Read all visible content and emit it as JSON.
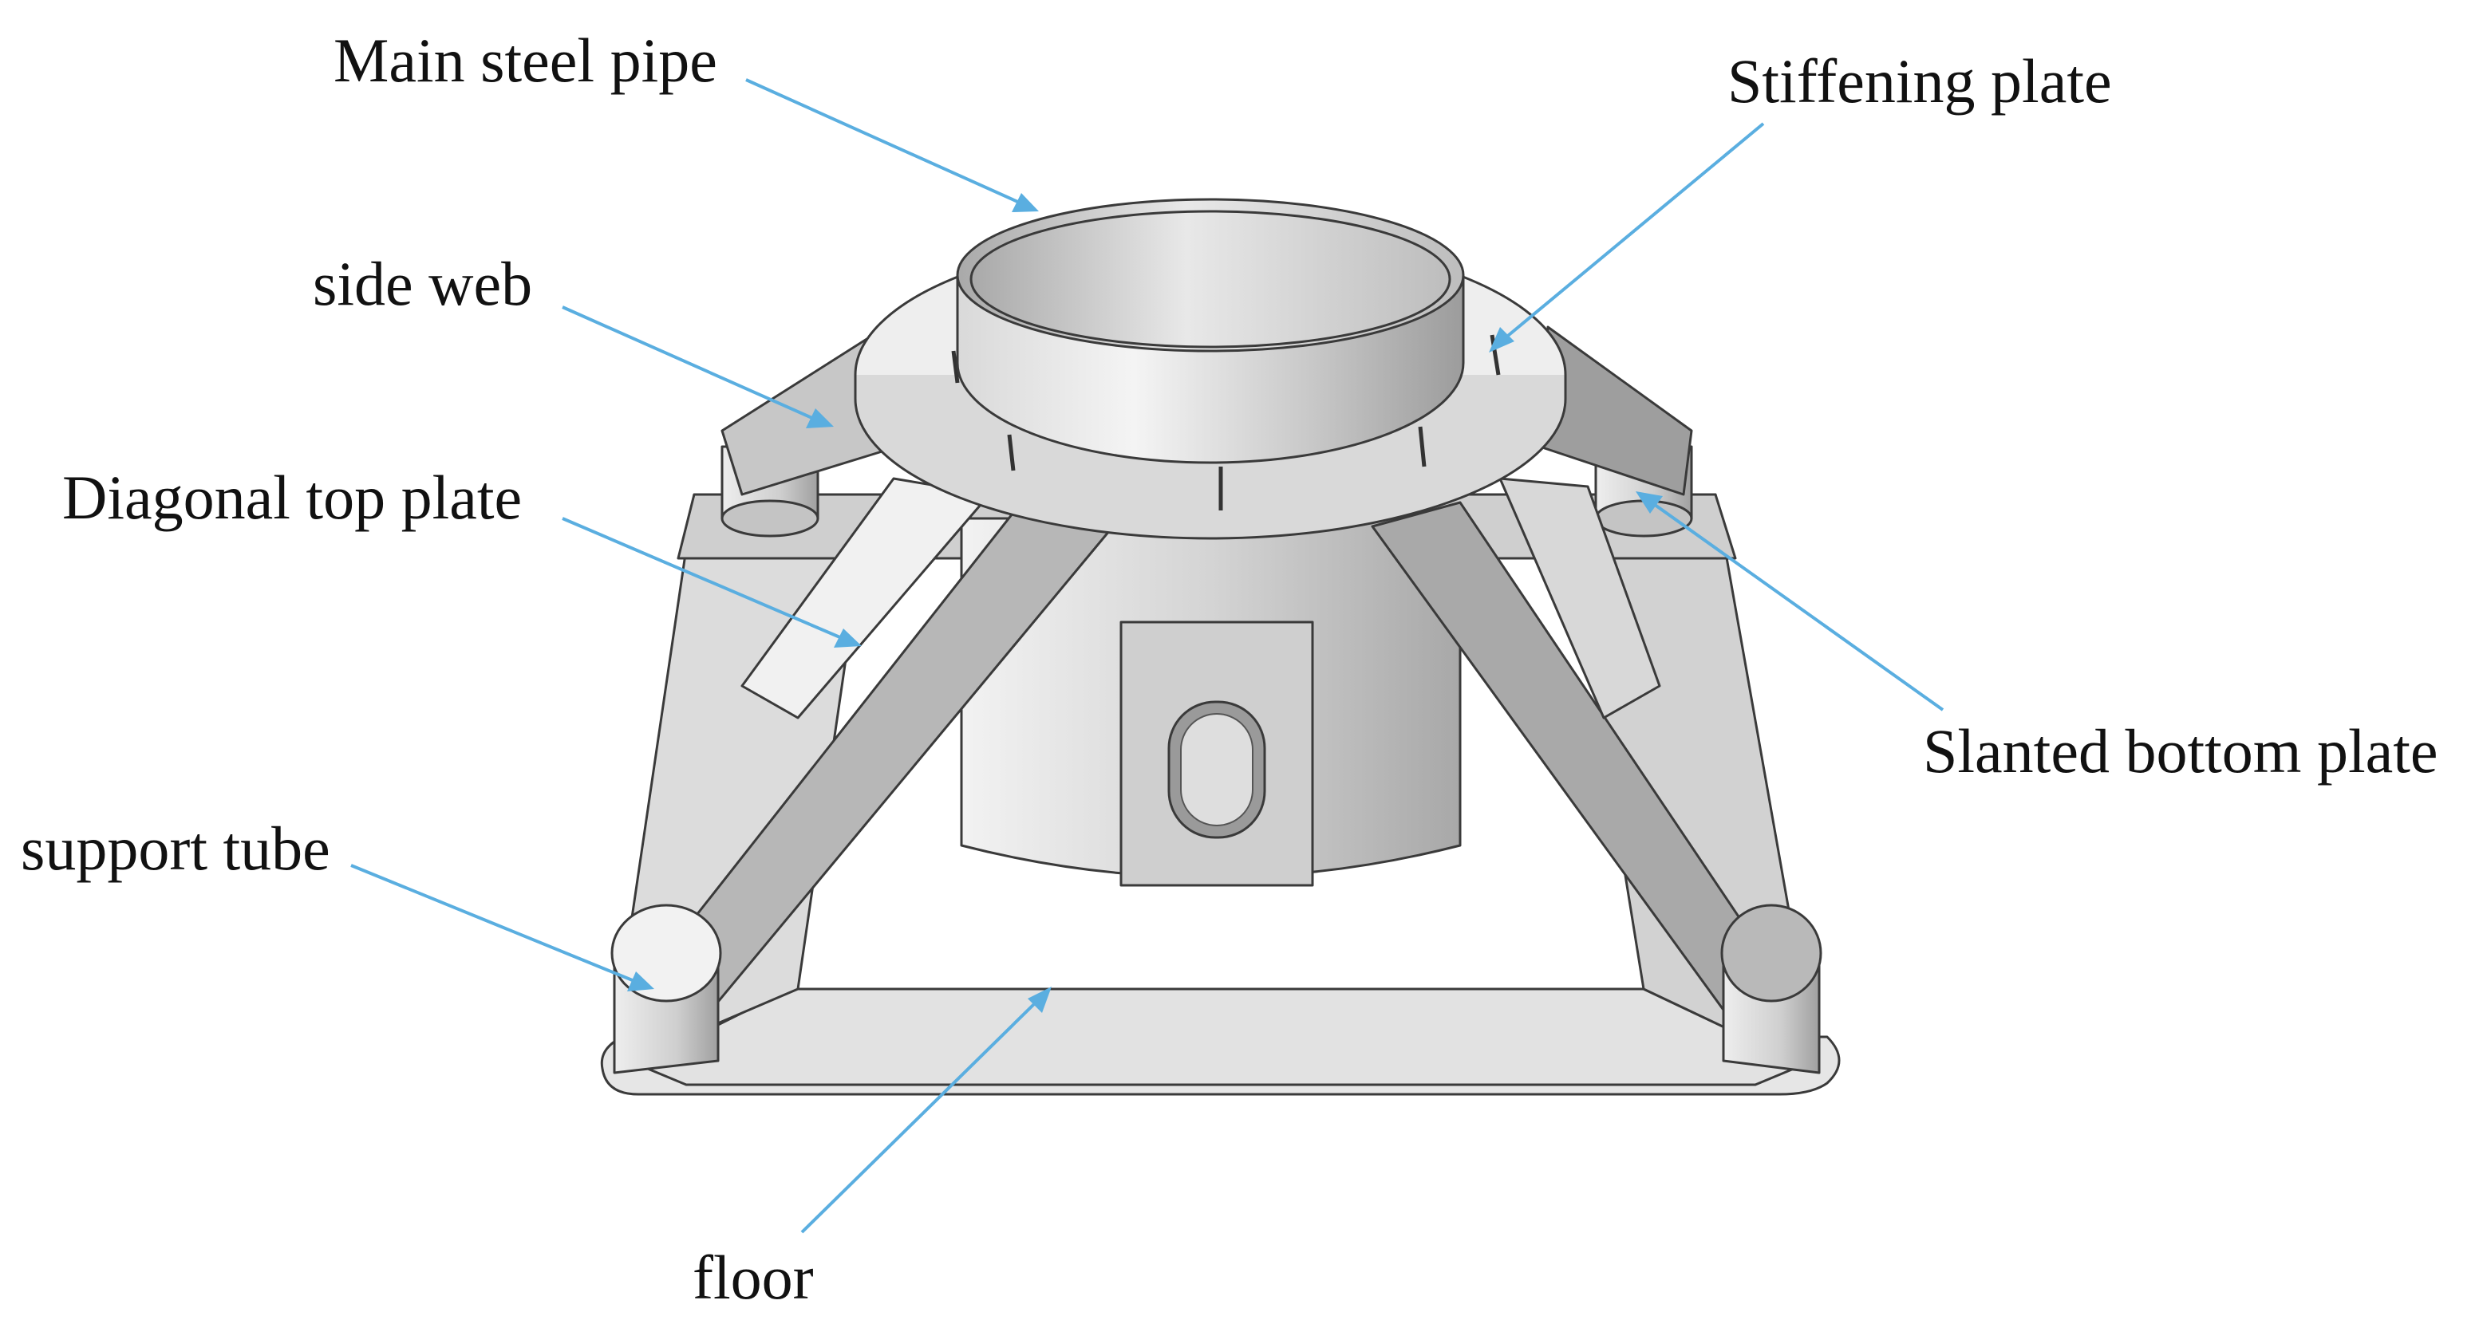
{
  "labels": {
    "main_steel_pipe": "Main steel pipe",
    "stiffening_plate": "Stiffening plate",
    "side_web": "side web",
    "diagonal_top_plate": "Diagonal top plate",
    "slanted_bottom_plate": "Slanted bottom plate",
    "support_tube": "support tube",
    "floor": "floor"
  },
  "colors": {
    "leader_arrow": "#5aaee0",
    "outline": "#3a3a3a",
    "text": "#111111"
  }
}
